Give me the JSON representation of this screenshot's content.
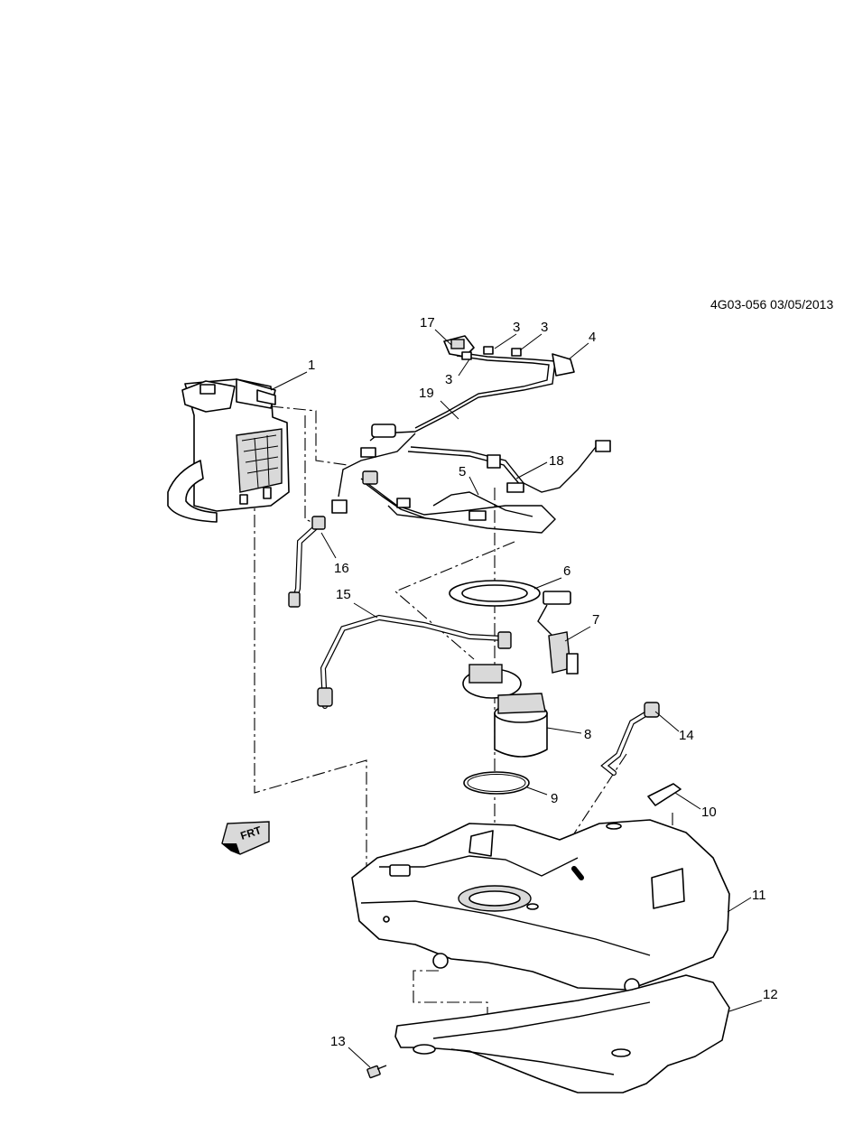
{
  "reference": "4G03-056 03/05/2013",
  "direction_badge": "FRT",
  "callouts": [
    {
      "id": "1",
      "label": "1"
    },
    {
      "id": "3a",
      "label": "3"
    },
    {
      "id": "3b",
      "label": "3"
    },
    {
      "id": "3c",
      "label": "3"
    },
    {
      "id": "4",
      "label": "4"
    },
    {
      "id": "5",
      "label": "5"
    },
    {
      "id": "6",
      "label": "6"
    },
    {
      "id": "7",
      "label": "7"
    },
    {
      "id": "8",
      "label": "8"
    },
    {
      "id": "9",
      "label": "9"
    },
    {
      "id": "10",
      "label": "10"
    },
    {
      "id": "11",
      "label": "11"
    },
    {
      "id": "12",
      "label": "12"
    },
    {
      "id": "13",
      "label": "13"
    },
    {
      "id": "14",
      "label": "14"
    },
    {
      "id": "15",
      "label": "15"
    },
    {
      "id": "16",
      "label": "16"
    },
    {
      "id": "17",
      "label": "17"
    },
    {
      "id": "18",
      "label": "18"
    },
    {
      "id": "19",
      "label": "19"
    }
  ]
}
